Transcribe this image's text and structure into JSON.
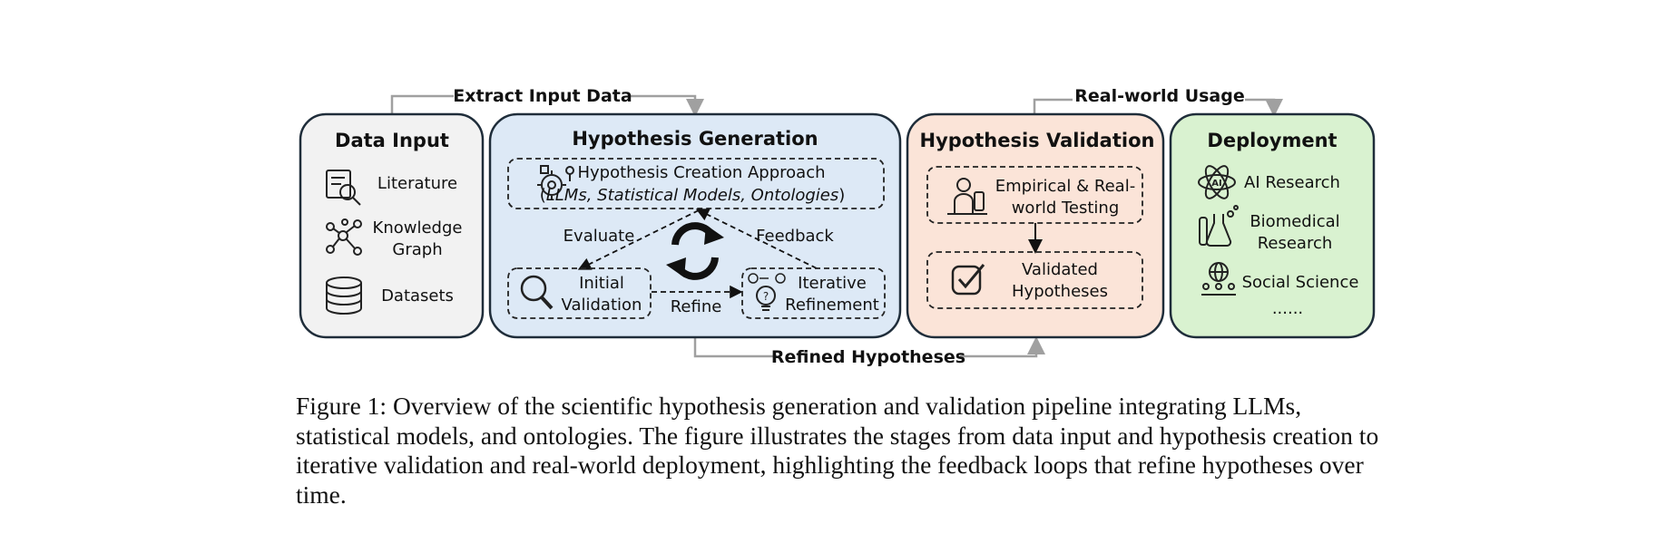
{
  "flow_labels": {
    "extract": "Extract Input Data",
    "realworld": "Real-world Usage",
    "refined": "Refined Hypotheses"
  },
  "data_input": {
    "title": "Data Input",
    "items": [
      "Literature",
      "Knowledge",
      "Graph",
      "Datasets"
    ]
  },
  "generation": {
    "title": "Hypothesis Generation",
    "approach_line1": "Hypothesis Creation Approach",
    "approach_line2_open": "(",
    "approach_line2_ital": "LLMs, Statistical Models, Ontologies",
    "approach_line2_close": ")",
    "evaluate": "Evaluate",
    "feedback": "Feedback",
    "refine": "Refine",
    "initial_l1": "Initial",
    "initial_l2": "Validation",
    "iterative_l1": "Iterative",
    "iterative_l2": "Refinement"
  },
  "validation": {
    "title": "Hypothesis Validation",
    "testing_l1": "Empirical & Real-",
    "testing_l2": "world Testing",
    "validated_l1": "Validated",
    "validated_l2": "Hypotheses"
  },
  "deployment": {
    "title": "Deployment",
    "ai_research": "AI Research",
    "biomedical_l1": "Biomedical",
    "biomedical_l2": "Research",
    "social_science": "Social Science",
    "more": "......"
  },
  "colors": {
    "data_input_fill": "#f2f2f2",
    "generation_fill": "#dde9f6",
    "validation_fill": "#fbe4d8",
    "deployment_fill": "#d9f2d0",
    "border": "#1f2d3a",
    "connector": "#a0a0a0"
  },
  "caption": "Figure 1: Overview of the scientific hypothesis generation and validation pipeline integrating LLMs, statistical models, and ontologies. The figure illustrates the stages from data input and hypothesis creation to iterative validation and real-world deployment, highlighting the feedback loops that refine hypotheses over time."
}
